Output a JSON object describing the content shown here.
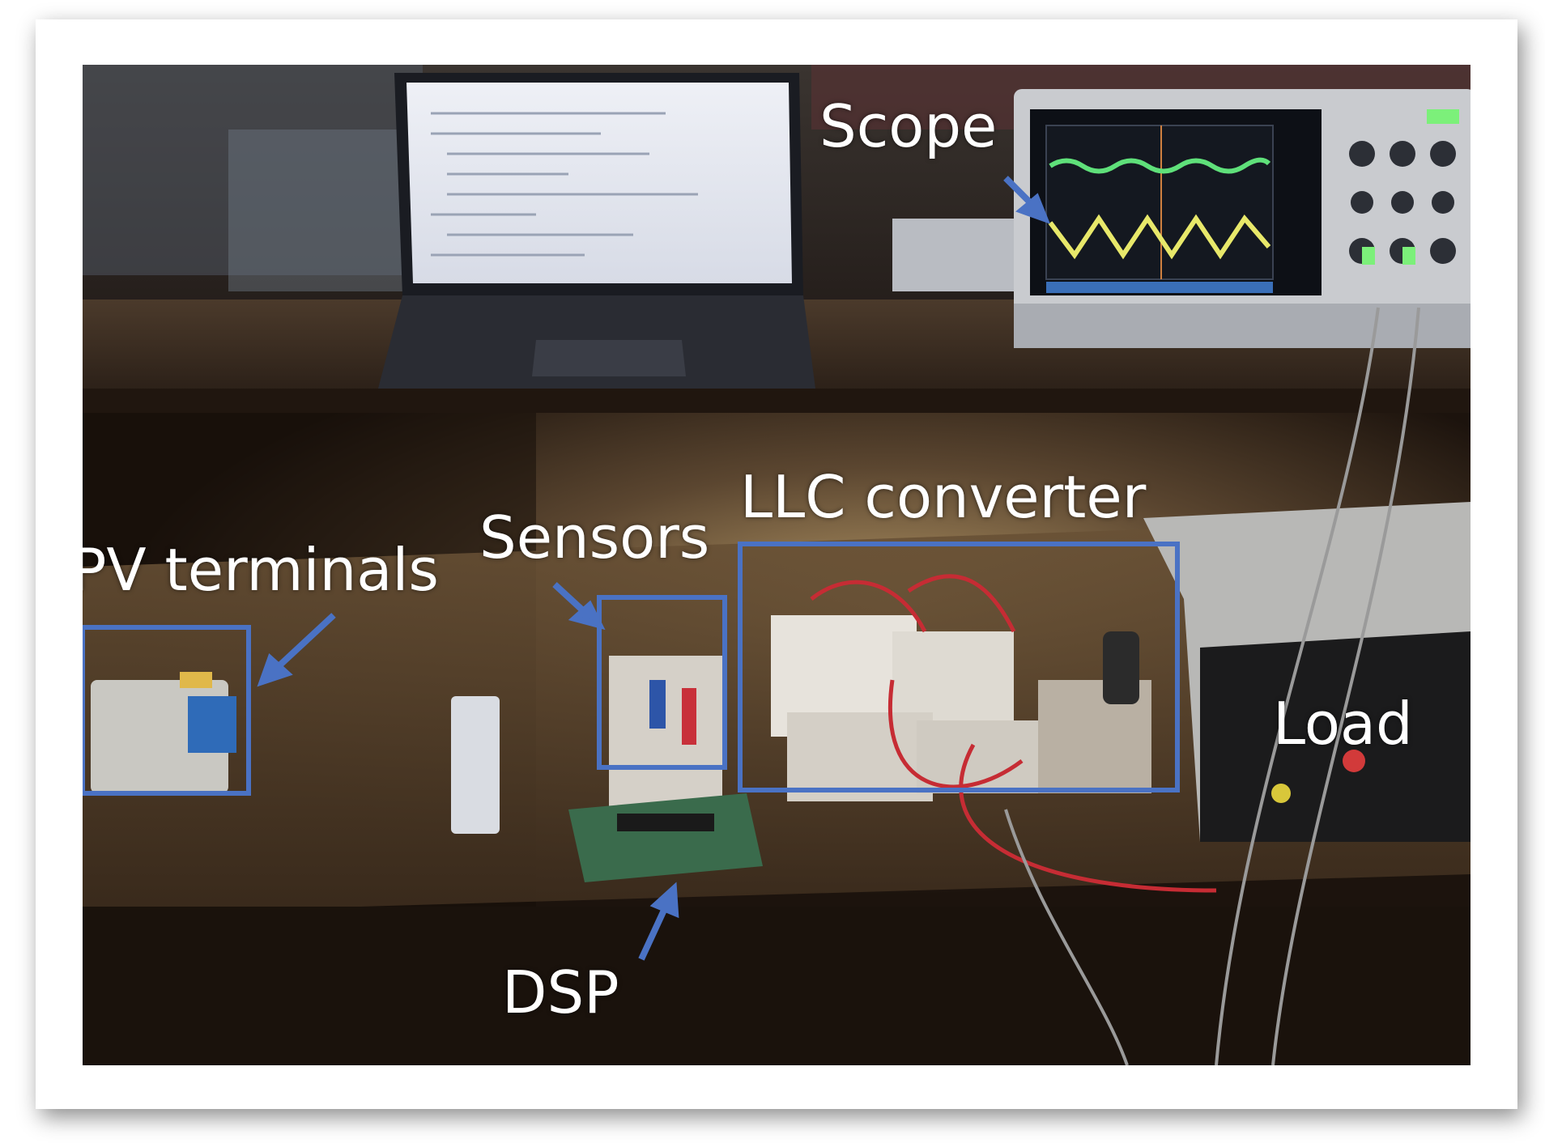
{
  "labels": {
    "scope": "Scope",
    "pv_terminals": "PV terminals",
    "sensors": "Sensors",
    "llc_converter": "LLC converter",
    "load": "Load",
    "dsp": "DSP"
  },
  "colors": {
    "annotation_blue": "#4a72c4",
    "scope_trace_1": "#5fe07a",
    "scope_trace_2": "#e8e86a"
  }
}
